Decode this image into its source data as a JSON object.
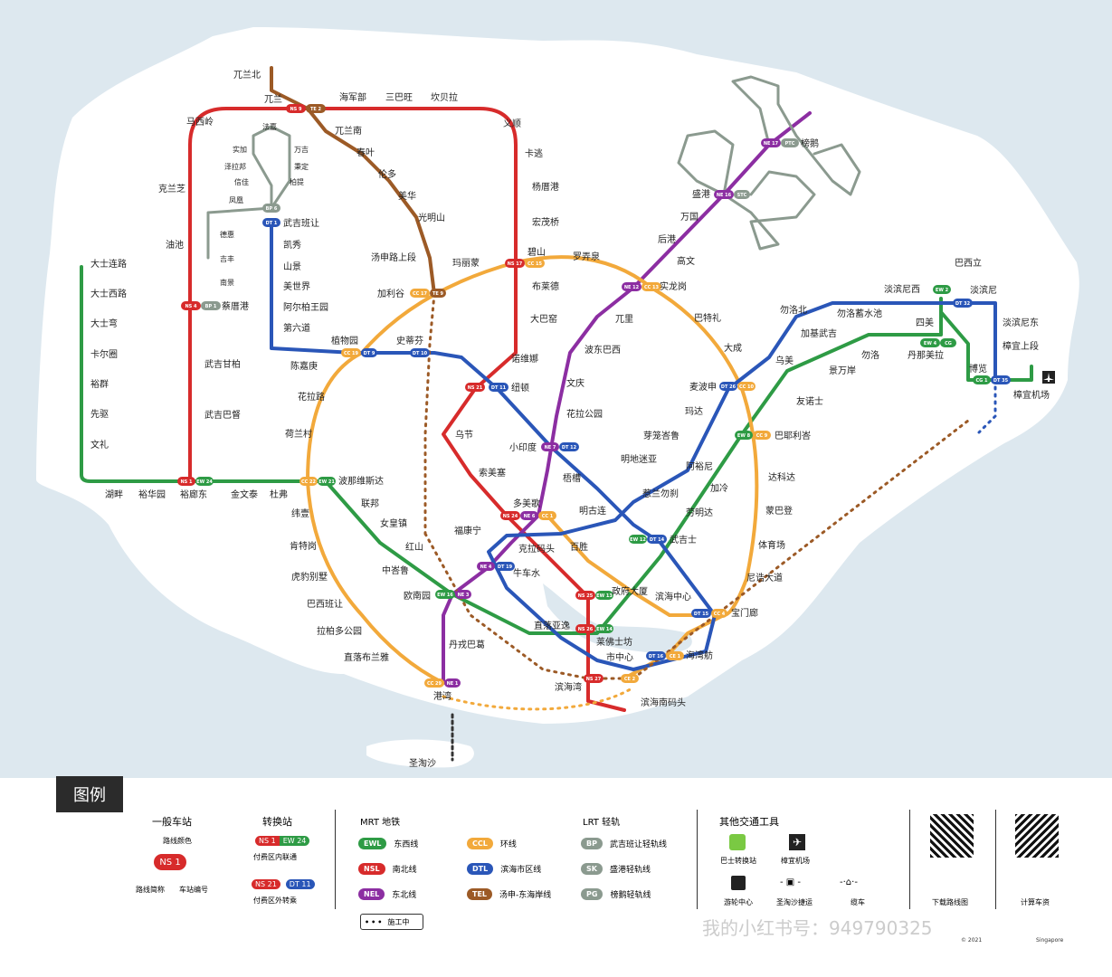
{
  "legend": {
    "title": "图例",
    "general_station": "一般车站",
    "line_color": "路线颜色",
    "line_abbr": "路线简称",
    "station_number": "车站编号",
    "interchange": "转换站",
    "interchange_inside": "付费区内联通",
    "interchange_outside": "付费区外转乘",
    "mrt": "MRT 地铁",
    "lrt": "LRT 轻轨",
    "under_construction": "施工中",
    "other_transport": "其他交通工具",
    "bus_interchange": "巴士转换站",
    "airport": "樟宜机场",
    "cruise": "游轮中心",
    "sentosa_express": "圣淘沙捷运",
    "cable_car": "缆车",
    "download_map": "下载路线图",
    "fare_calc": "计算车资",
    "copyright": "© 2021",
    "brand": "Singapore",
    "watermark": "我的小红书号：949790325",
    "sample": {
      "code": "NS 1",
      "ic1a": "NS 1",
      "ic1b": "EW 24",
      "ic2a": "NS 21",
      "ic2b": "DT 11"
    },
    "mrt_lines": [
      {
        "abbr": "EWL",
        "name": "东西线",
        "color": "#2e9b45"
      },
      {
        "abbr": "NSL",
        "name": "南北线",
        "color": "#d72b2b"
      },
      {
        "abbr": "NEL",
        "name": "东北线",
        "color": "#8c2ea2"
      },
      {
        "abbr": "CCL",
        "name": "环线",
        "color": "#f2a93b"
      },
      {
        "abbr": "DTL",
        "name": "滨海市区线",
        "color": "#2a56b8"
      },
      {
        "abbr": "TEL",
        "name": "汤申-东海岸线",
        "color": "#9c5a26"
      }
    ],
    "lrt_lines": [
      {
        "abbr": "BP",
        "name": "武吉班让轻轨线",
        "color": "#8b9a8f"
      },
      {
        "abbr": "SK",
        "name": "盛港轻轨线",
        "color": "#8b9a8f"
      },
      {
        "abbr": "PG",
        "name": "榜鹅轻轨线",
        "color": "#8b9a8f"
      }
    ]
  },
  "stations": {
    "s1": "兀兰北",
    "s2": "兀兰",
    "s3": "海军部",
    "s4": "三巴旺",
    "s5": "坎贝拉",
    "s6": "义顺",
    "s7": "马西岭",
    "s8": "兀兰南",
    "s9": "春叶",
    "s10": "伦多",
    "s11": "美华",
    "s12": "光明山",
    "s13": "卡逃",
    "s14": "杨厝港",
    "s15": "宏茂桥",
    "s16": "碧山",
    "s17": "布莱德",
    "s18": "大巴窑",
    "s19": "诺维娜",
    "s20": "纽顿",
    "s21": "乌节",
    "s22": "索美塞",
    "s23": "多美歌",
    "s24": "政府大厦",
    "s25": "莱佛士坊",
    "s26": "市中心",
    "s27": "滨海湾",
    "s28": "滨海南码头",
    "s29": "克兰芝",
    "s30": "油池",
    "s31": "蔡厝港",
    "s32": "武吉甘柏",
    "s33": "武吉巴督",
    "s34": "裕廊东",
    "s35": "大士连路",
    "s36": "大士西路",
    "s37": "大士弯",
    "s38": "卡尔圈",
    "s39": "裕群",
    "s40": "先驱",
    "s41": "文礼",
    "s42": "湖畔",
    "s43": "裕华园",
    "s44": "金文泰",
    "s45": "杜弗",
    "s46": "武吉班让",
    "s47": "凯秀",
    "s48": "山景",
    "s49": "美世界",
    "s50": "阿尔柏王园",
    "s51": "第六道",
    "s52": "植物园",
    "s53": "陈嘉庚",
    "s54": "史蒂芬",
    "s55": "花拉路",
    "s56": "荷兰村",
    "s57": "波那维斯达",
    "s58": "联邦",
    "s59": "女皇镇",
    "s60": "红山",
    "s61": "中峇鲁",
    "s62": "欧南园",
    "s63": "丹戎巴葛",
    "s64": "港湾",
    "s65": "纬壹",
    "s66": "肯特岗",
    "s67": "虎豹别墅",
    "s68": "巴西班让",
    "s69": "拉柏多公园",
    "s70": "直落布兰雅",
    "s71": "玛丽蒙",
    "s72": "罗弄泉",
    "s73": "汤申路上段",
    "s74": "加利谷",
    "s75": "实龙岗",
    "s76": "巴特礼",
    "s77": "大成",
    "s78": "麦波申",
    "s79": "玛达",
    "s80": "达科达",
    "s81": "蒙巴登",
    "s82": "体育场",
    "s83": "尼诰大道",
    "s84": "宝门廊",
    "s85": "滨海中心",
    "s86": "海湾舫",
    "s87": "巴耶利峇",
    "s88": "友诺士",
    "s89": "景万岸",
    "s90": "勿洛",
    "s91": "丹那美拉",
    "s92": "四美",
    "s93": "淡滨尼",
    "s94": "巴西立",
    "s95": "博览",
    "s96": "樟宜机场",
    "s97": "淡滨尼西",
    "s98": "淡滨尼东",
    "s99": "樟宜上段",
    "s100": "勿洛北",
    "s101": "加基武吉",
    "s102": "乌美",
    "s103": "勿洛蓄水池",
    "s104": "后港",
    "s105": "高文",
    "s106": "万国",
    "s107": "盛港",
    "s108": "榜鹅",
    "s109": "兀里",
    "s110": "波东巴西",
    "s111": "文庆",
    "s112": "花拉公园",
    "s113": "小印度",
    "s114": "梧槽",
    "s115": "明古连",
    "s116": "百胜",
    "s117": "福康宁",
    "s118": "克拉码头",
    "s119": "牛车水",
    "s120": "直落亚逸",
    "s121": "滨海湾",
    "s122": "武吉士",
    "s123": "劳明达",
    "s124": "加冷",
    "s125": "阿裕尼",
    "s126": "惹兰勿刹",
    "s127": "明地迷亚",
    "s128": "芽笼峇鲁",
    "s129": "圣淘沙",
    "bp1": "法嘉",
    "bp2": "实加",
    "bp3": "泽拉邦",
    "bp4": "信佳",
    "bp5": "凤凰",
    "bp6": "德惠",
    "bp7": "吉丰",
    "bp8": "南景",
    "bp9": "万吉",
    "bp10": "秉定",
    "bp11": "柏提"
  },
  "codes": {
    "ns1ew24": [
      "NS 1",
      "EW 24"
    ],
    "ns4bp1": [
      "NS 4",
      "BP 1"
    ],
    "ns9te2": [
      "NS 9",
      "TE 2"
    ],
    "ns17cc15": [
      "NS 17",
      "CC 15"
    ],
    "ns21dt11": [
      "NS 21",
      "DT 11"
    ],
    "ns24ne6cc1": [
      "NS 24",
      "NE 6",
      "CC 1"
    ],
    "ns25ew13": [
      "NS 25",
      "EW 13"
    ],
    "ns26ew14": [
      "NS 26",
      "EW 14"
    ],
    "ns27ce2": [
      "NS 27",
      "CE 2"
    ],
    "cc17te9": [
      "CC 17",
      "TE 9"
    ],
    "cc19dt9": [
      "CC 19",
      "DT 9"
    ],
    "cc22ew21": [
      "CC 22",
      "EW 21"
    ],
    "cc29ne1": [
      "CC 29",
      "NE 1"
    ],
    "ne12cc13": [
      "NE 12",
      "CC 13"
    ],
    "dt26cc10": [
      "DT 26",
      "CC 10"
    ],
    "ew8cc9": [
      "EW 8",
      "CC 9"
    ],
    "dt15cc4": [
      "DT 15",
      "CC 4"
    ],
    "dt16ce1": [
      "DT 16",
      "CE 1"
    ],
    "ew16ne3": [
      "EW 16",
      "NE 3"
    ],
    "ne4dt19": [
      "NE 4",
      "DT 19"
    ],
    "ne7dt12": [
      "NE 7",
      "DT 12"
    ],
    "ew12dt14": [
      "EW 12",
      "DT 14"
    ],
    "ew2dt32": [
      "EW 2",
      "DT 32"
    ],
    "cg1dt35": [
      "CG 1",
      "DT 35"
    ],
    "ew4cg": [
      "EW 4",
      "CG"
    ],
    "ne16stc": [
      "NE 16",
      "STC"
    ],
    "ne17ptc": [
      "NE 17",
      "PTC"
    ],
    "bp6": "BP 6",
    "dt1": "DT 1",
    "dt10": "DT 10"
  }
}
